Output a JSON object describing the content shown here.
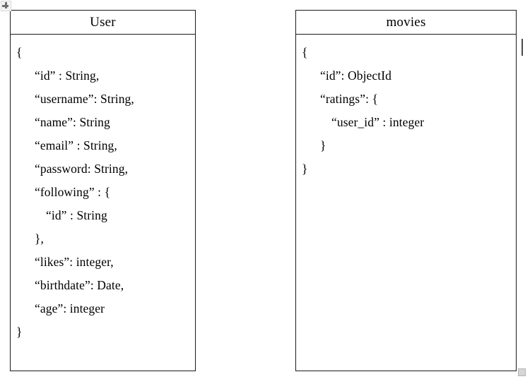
{
  "document": {
    "background_color": "#ffffff",
    "border_color": "#1a1a1a",
    "text_color": "#000000"
  },
  "entities": [
    {
      "name": "user",
      "title": "User",
      "lines": [
        {
          "text": "{",
          "indent": 0
        },
        {
          "text": "“id” : String,",
          "indent": 1
        },
        {
          "text": "“username”: String,",
          "indent": 1
        },
        {
          "text": "“name”: String",
          "indent": 1
        },
        {
          "text": "“email” : String,",
          "indent": 1
        },
        {
          "text": "“password: String,",
          "indent": 1
        },
        {
          "text": "“following” : {",
          "indent": 1
        },
        {
          "text": "“id” : String",
          "indent": 2
        },
        {
          "text": "},",
          "indent": 1
        },
        {
          "text": "“likes”: integer,",
          "indent": 1
        },
        {
          "text": "“birthdate”: Date,",
          "indent": 1
        },
        {
          "text": "“age”: integer",
          "indent": 1
        },
        {
          "text": "}",
          "indent": 0
        }
      ]
    },
    {
      "name": "movies",
      "title": "movies",
      "lines": [
        {
          "text": "{",
          "indent": 0
        },
        {
          "text": "“id”: ObjectId",
          "indent": 1
        },
        {
          "text": "“ratings”: {",
          "indent": 1
        },
        {
          "text": "“user_id” : integer",
          "indent": 2
        },
        {
          "text": "}",
          "indent": 1
        },
        {
          "text": "}",
          "indent": 0
        }
      ]
    }
  ],
  "artifacts": {
    "move_handle_label": "table-move-handle",
    "resize_handle_label": "table-resize-handle",
    "caret_label": "text-caret"
  }
}
